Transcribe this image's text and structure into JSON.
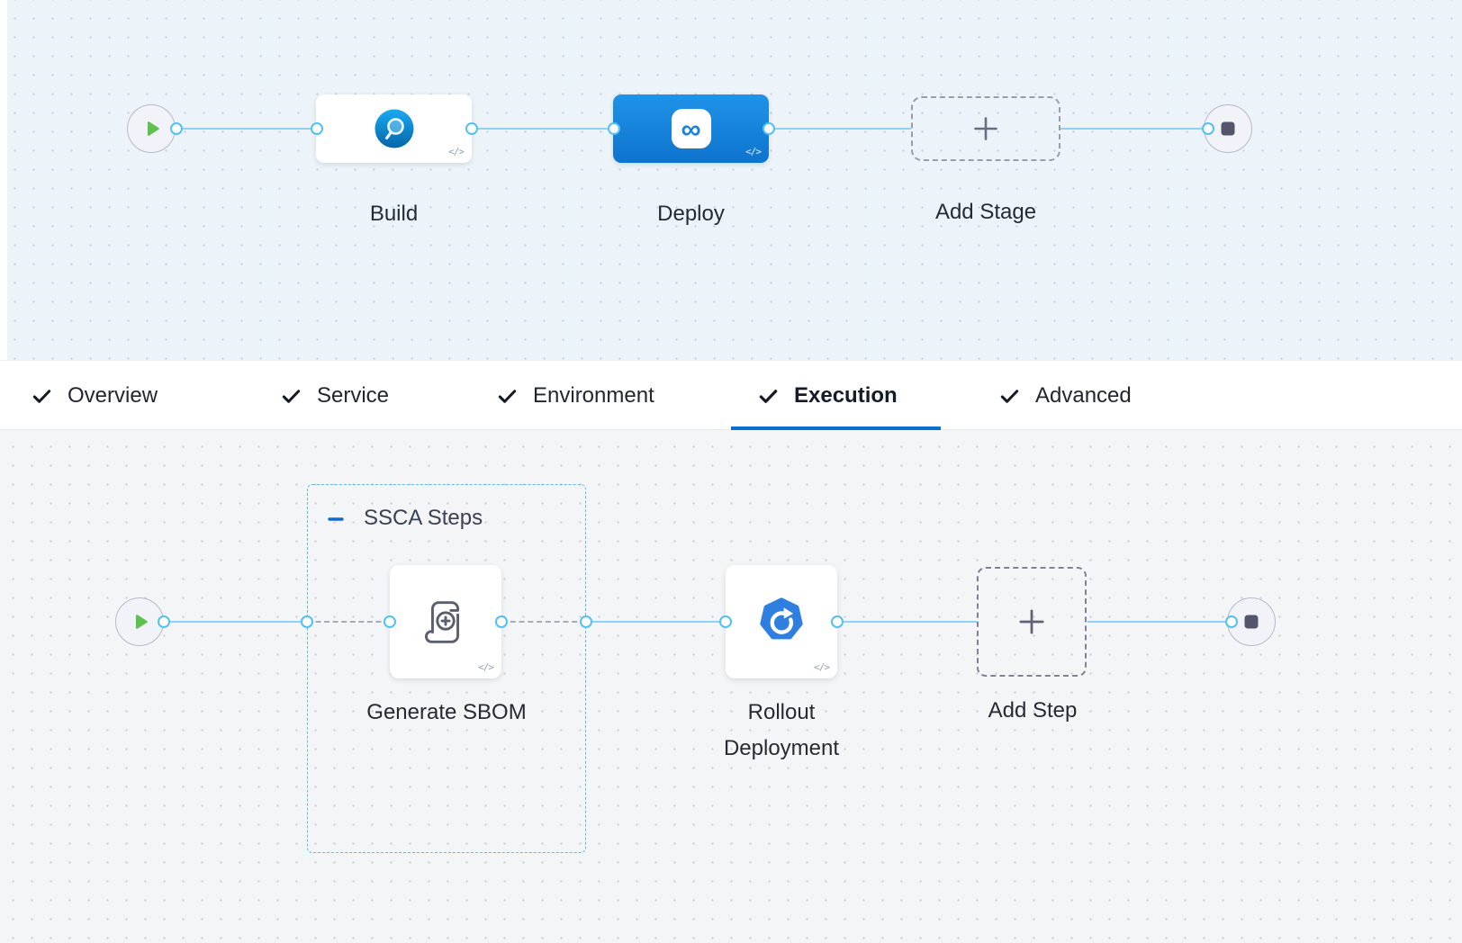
{
  "pipeline": {
    "stages": [
      {
        "label": "Build",
        "code_badge": "</>"
      },
      {
        "label": "Deploy",
        "code_badge": "</>",
        "selected": true,
        "icon_glyph": "∞"
      },
      {
        "label": "Add Stage"
      }
    ]
  },
  "tabs": {
    "items": [
      {
        "label": "Overview",
        "checked": true,
        "active": false
      },
      {
        "label": "Service",
        "checked": true,
        "active": false
      },
      {
        "label": "Environment",
        "checked": true,
        "active": false
      },
      {
        "label": "Execution",
        "checked": true,
        "active": true
      },
      {
        "label": "Advanced",
        "checked": true,
        "active": false
      }
    ]
  },
  "execution": {
    "group": {
      "label": "SSCA Steps",
      "collapsed": false
    },
    "steps": [
      {
        "label": "Generate SBOM",
        "code_badge": "</>"
      },
      {
        "label": "Rollout Deployment",
        "code_badge": "</>"
      },
      {
        "label": "Add Step"
      }
    ]
  },
  "icons": {
    "start_node": "play-icon",
    "end_node": "stop-icon",
    "build_stage": "ci-build-icon",
    "deploy_stage": "cd-infinity-icon",
    "add": "plus-icon",
    "collapse_group": "minus-icon",
    "tab_complete": "check-icon",
    "generate_sbom": "scroll-plus-icon",
    "rollout_deployment": "k8s-rollout-icon",
    "code_badge": "code-icon"
  },
  "colors": {
    "accent_blue": "#0a6ed0",
    "selected_stage_blue": "#1a87e2",
    "connector_blue": "#8fd2f6",
    "group_border_blue": "#5cbde9",
    "canvas_top_bg": "#edf4f9",
    "canvas_bottom_bg": "#f4f5f7",
    "play_green": "#5fc14f",
    "stop_gray": "#53556a"
  }
}
